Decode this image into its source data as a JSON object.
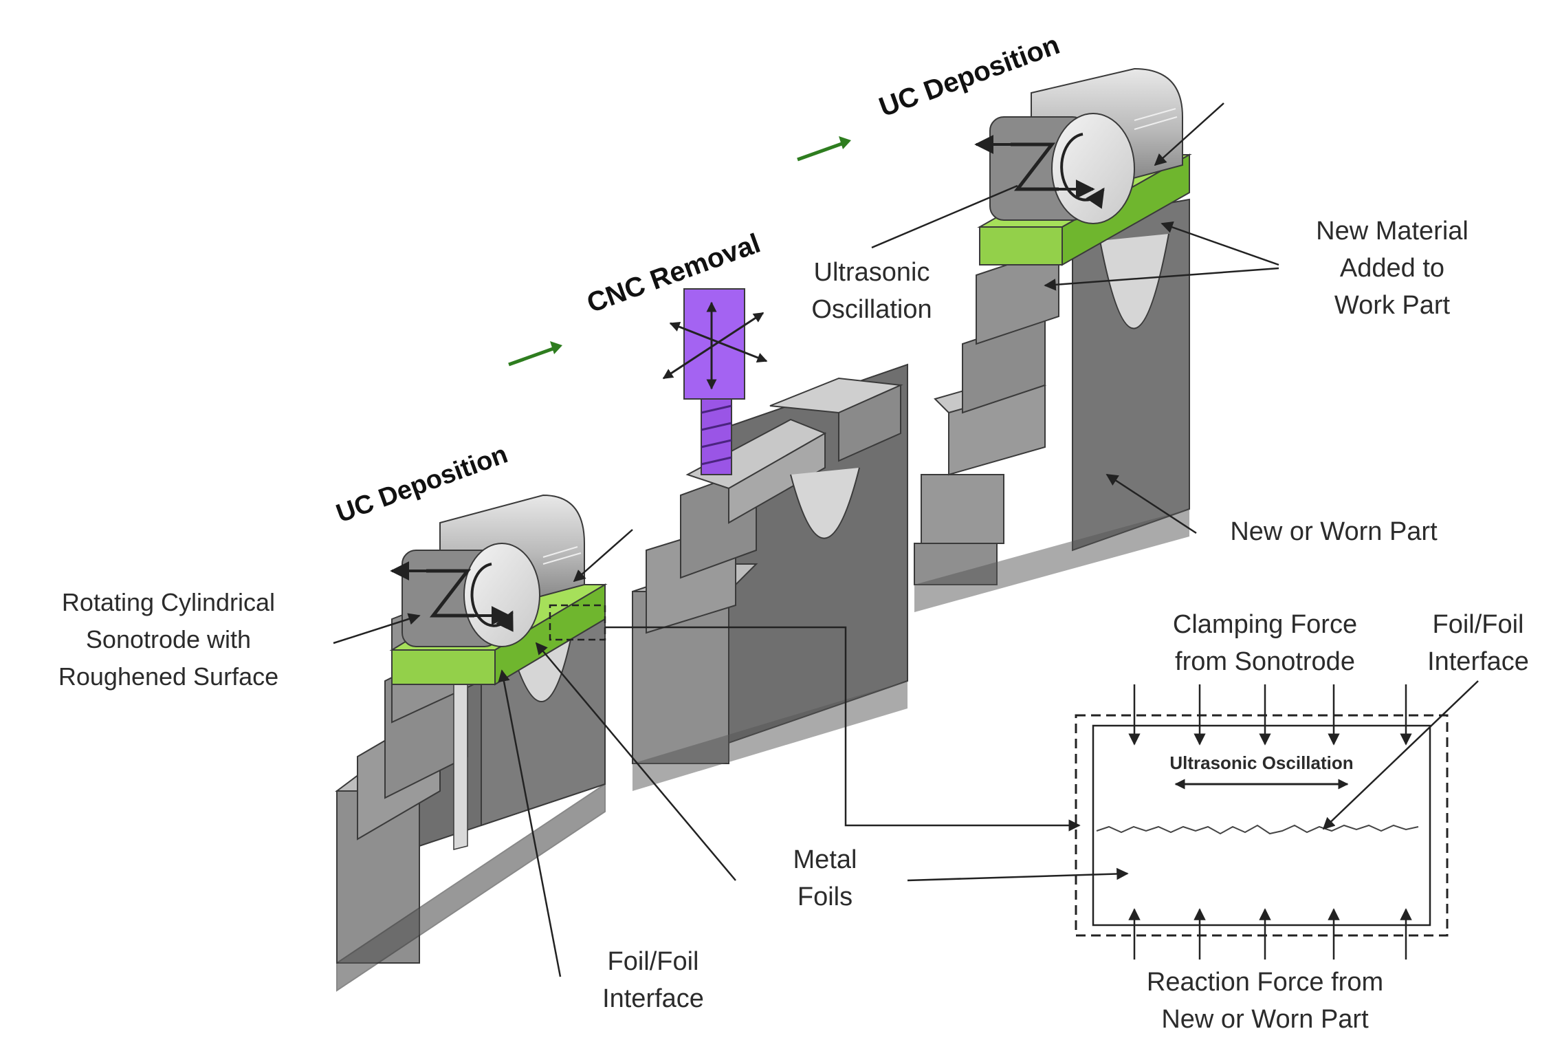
{
  "steps": {
    "first": "UC Deposition",
    "second": "CNC Removal",
    "third": "UC Deposition"
  },
  "labels": {
    "sonotrode_line1": "Rotating Cylindrical",
    "sonotrode_line2": "Sonotrode with",
    "sonotrode_line3": "Roughened Surface",
    "ultrasonic_line1": "Ultrasonic",
    "ultrasonic_line2": "Oscillation",
    "new_material_line1": "New Material",
    "new_material_line2": "Added to",
    "new_material_line3": "Work Part",
    "new_or_worn_part": "New or Worn Part",
    "clamping_line1": "Clamping Force",
    "clamping_line2": "from Sonotrode",
    "foil_interface_top_line1": "Foil/Foil",
    "foil_interface_top_line2": "Interface",
    "metal_foils_line1": "Metal",
    "metal_foils_line2": "Foils",
    "foil_interface_bottom_line1": "Foil/Foil",
    "foil_interface_bottom_line2": "Interface",
    "reaction_line1": "Reaction Force from",
    "reaction_line2": "New or Worn Part",
    "inset_oscillation": "Ultrasonic Oscillation"
  },
  "colors": {
    "part_front": "#8f8f8f",
    "part_side": "#6e6e6e",
    "part_top": "#c4c4c4",
    "foil_green": "#a6e05a",
    "foil_dark": "#6fb62e",
    "tool_purple": "#a463f2",
    "arrow_green": "#2e7d1f",
    "line": "#222222"
  }
}
